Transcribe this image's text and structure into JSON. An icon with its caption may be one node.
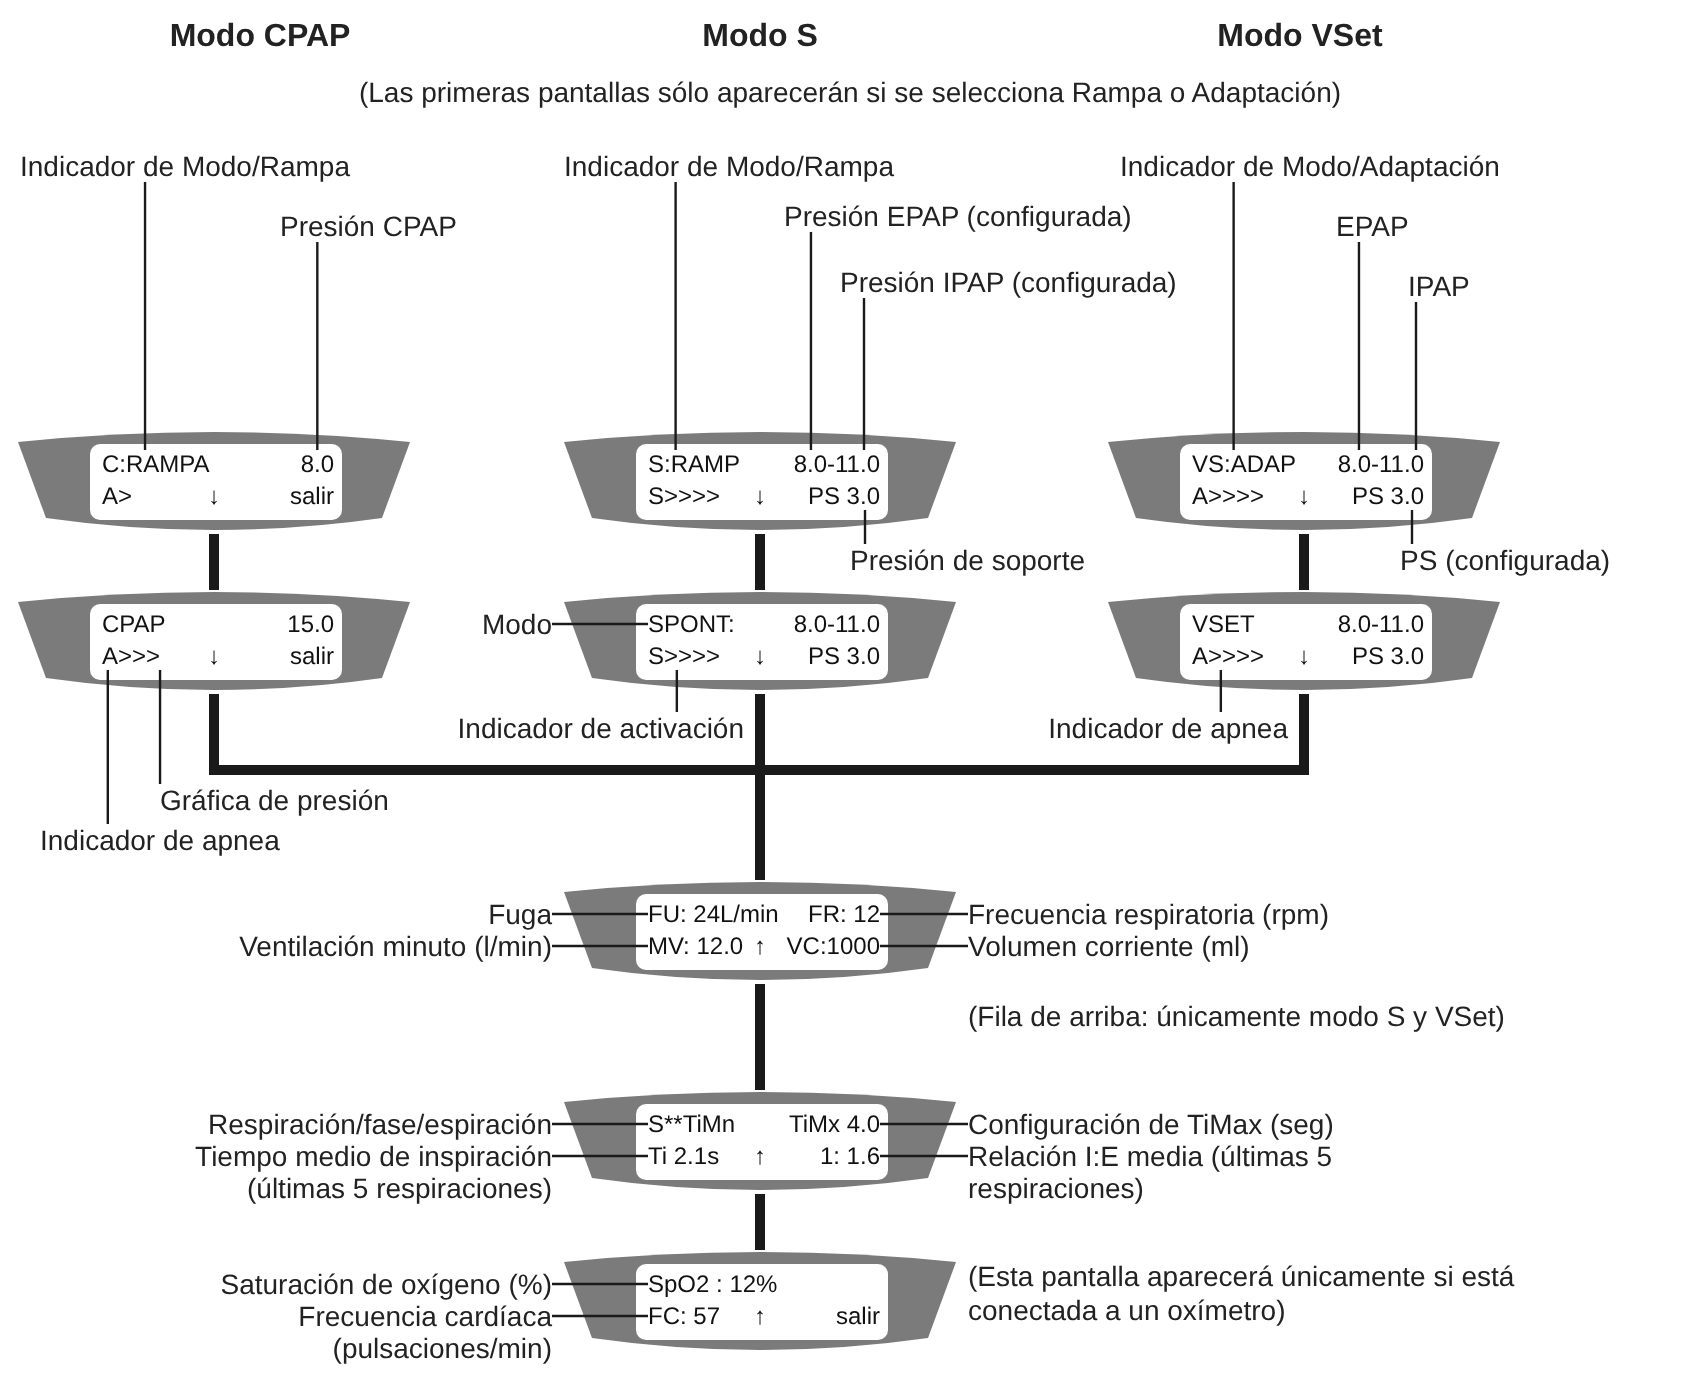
{
  "diagram": {
    "nodes": [
      {
        "text": [
          "Indicador de Modo/Rampa"
        ]
      },
      {
        "text": [
          "Indicador de Modo/Rampa"
        ]
      },
      {
        "text": [
          "Indicador de Modo/Adaptación"
        ]
      },
      {
        "text": [
          "Presión EPAP (configurada)"
        ]
      },
      {
        "text": [
          "EPAP"
        ]
      },
      {
        "text": [
          "Presión CPAP"
        ]
      },
      {
        "text": [
          "Presión IPAP (configurada)"
        ]
      },
      {
        "text": [
          "IPAP"
        ]
      },
      {
        "text": [],
        "shape": "box"
      },
      {
        "text": [
          "C:RAMPA"
        ],
        "in": 8
      },
      {
        "text": [
          "8.0"
        ],
        "in": 8
      },
      {
        "text": [
          "A>"
        ],
        "in": 8
      },
      {
        "text": [
          "↓"
        ],
        "in": 8
      },
      {
        "text": [
          "salir"
        ],
        "in": 8
      },
      {
        "text": [],
        "shape": "box"
      },
      {
        "text": [
          "S:RAMP"
        ],
        "in": 14
      },
      {
        "text": [
          "8.0-11.0"
        ],
        "in": 14
      },
      {
        "text": [
          "S>>>>"
        ],
        "in": 14
      },
      {
        "text": [
          "↓"
        ],
        "in": 14
      },
      {
        "text": [
          "PS 3.0"
        ],
        "in": 14
      },
      {
        "text": [],
        "shape": "box"
      },
      {
        "text": [
          "VS:ADAP"
        ],
        "in": 20
      },
      {
        "text": [
          "8.0-11.0"
        ],
        "in": 20
      },
      {
        "text": [
          "A>>>>"
        ],
        "in": 20
      },
      {
        "text": [
          "↓"
        ],
        "in": 20
      },
      {
        "text": [
          "PS 3.0"
        ],
        "in": 20
      },
      {
        "text": [
          "Presión de soporte"
        ]
      },
      {
        "text": [
          "PS (configurada)"
        ]
      },
      {
        "text": [],
        "shape": "box"
      },
      {
        "text": [
          "CPAP"
        ],
        "in": 28
      },
      {
        "text": [
          "15.0"
        ],
        "in": 28
      },
      {
        "text": [
          "A>>>"
        ],
        "in": 28
      },
      {
        "text": [
          "↓"
        ],
        "in": 28
      },
      {
        "text": [
          "salir"
        ],
        "in": 28
      },
      {
        "text": [
          "Modo"
        ]
      },
      {
        "text": [],
        "shape": "box"
      },
      {
        "text": [
          "SPONT:"
        ],
        "in": 35
      },
      {
        "text": [
          "8.0-11.0"
        ],
        "in": 35
      },
      {
        "text": [
          "S>>>>"
        ],
        "in": 35
      },
      {
        "text": [
          "↓"
        ],
        "in": 35
      },
      {
        "text": [
          "PS 3.0"
        ],
        "in": 35
      },
      {
        "text": [],
        "shape": "box"
      },
      {
        "text": [
          "VSET"
        ],
        "in": 41
      },
      {
        "text": [
          "8.0-11.0"
        ],
        "in": 41
      },
      {
        "text": [
          "A>>>>"
        ],
        "in": 41
      },
      {
        "text": [
          "↓"
        ],
        "in": 41
      },
      {
        "text": [
          "PS 3.0"
        ],
        "in": 41
      },
      {
        "text": [
          "Indicador de activación"
        ]
      },
      {
        "text": [
          "Indicador de apnea"
        ]
      },
      {
        "text": [
          "Gráfica de presión"
        ]
      },
      {
        "text": [
          "Indicador de apnea"
        ]
      },
      {
        "text": [
          "Fuga"
        ]
      },
      {
        "text": [],
        "shape": "box"
      },
      {
        "text": [
          "FU: 24L/min"
        ],
        "in": 52
      },
      {
        "text": [
          "FR: 12"
        ],
        "in": 52
      },
      {
        "text": [
          "MV: 12.0"
        ],
        "in": 52
      },
      {
        "text": [
          "↑"
        ],
        "in": 52
      },
      {
        "text": [
          "VC:1000"
        ],
        "in": 52
      },
      {
        "text": [
          "Frecuencia respiratoria (rpm)"
        ]
      },
      {
        "text": [
          "Ventilación minuto (l/min)"
        ]
      },
      {
        "text": [
          "Volumen corriente (ml)"
        ]
      },
      {
        "text": [
          "Respiración/fase/espiración"
        ]
      },
      {
        "text": [],
        "shape": "box"
      },
      {
        "text": [
          "S**TiMn"
        ],
        "in": 62
      },
      {
        "text": [
          "TiMx 4.0"
        ],
        "in": 62
      },
      {
        "text": [
          "Ti 2.1s"
        ],
        "in": 62
      },
      {
        "text": [
          "↑"
        ],
        "in": 62
      },
      {
        "text": [
          "1: 1.6"
        ],
        "in": 62
      },
      {
        "text": [
          "Configuración de TiMax (seg)"
        ]
      },
      {
        "text": [
          "Tiempo medio de inspiración (últimas 5 respiraciones)"
        ]
      },
      {
        "text": [
          "Relación I:E media (últimas 5 respiraciones)"
        ]
      },
      {
        "text": [
          "Saturación de oxígeno (%)"
        ]
      },
      {
        "text": [],
        "shape": "box"
      },
      {
        "text": [
          "SpO2 : 12%"
        ],
        "in": 72
      },
      {
        "text": [
          "FC: 57"
        ],
        "in": 72
      },
      {
        "text": [
          "↑"
        ],
        "in": 72
      },
      {
        "text": [
          "salir"
        ],
        "in": 72
      },
      {
        "text": [
          "Frecuencia cardíaca (pulsaciones/min)"
        ]
      }
    ],
    "edges": [
      {
        "from": 8,
        "to": 28,
        "arrow": "none",
        "style": "thick"
      },
      {
        "from": 14,
        "to": 35,
        "arrow": "none",
        "style": "thick"
      },
      {
        "from": 20,
        "to": 41,
        "arrow": "none",
        "style": "thick"
      },
      {
        "from": 28,
        "to": 52,
        "arrow": "none",
        "style": "thick"
      },
      {
        "from": 35,
        "to": 52,
        "arrow": "none",
        "style": "thick"
      },
      {
        "from": 41,
        "to": 52,
        "arrow": "none",
        "style": "thick"
      },
      {
        "from": 52,
        "to": 62,
        "arrow": "none",
        "style": "thick"
      },
      {
        "from": 62,
        "to": 72,
        "arrow": "none",
        "style": "thick"
      },
      {
        "from": 0,
        "to": 9,
        "arrow": "none"
      },
      {
        "from": 1,
        "to": 15,
        "arrow": "none"
      },
      {
        "from": 2,
        "to": 21,
        "arrow": "none"
      },
      {
        "from": 3,
        "to": 16,
        "arrow": "none"
      },
      {
        "from": 4,
        "to": 22,
        "arrow": "none"
      },
      {
        "from": 5,
        "to": 10,
        "arrow": "none"
      },
      {
        "from": 6,
        "to": 16,
        "arrow": "none"
      },
      {
        "from": 7,
        "to": 22,
        "arrow": "none"
      },
      {
        "from": 26,
        "to": 19,
        "arrow": "none"
      },
      {
        "from": 27,
        "to": 25,
        "arrow": "none"
      },
      {
        "from": 34,
        "to": 36,
        "arrow": "none"
      },
      {
        "from": 47,
        "to": 38,
        "arrow": "none"
      },
      {
        "from": 48,
        "to": 44,
        "arrow": "none"
      },
      {
        "from": 49,
        "to": 31,
        "arrow": "none"
      },
      {
        "from": 50,
        "to": 31,
        "arrow": "none"
      },
      {
        "from": 51,
        "to": 53,
        "arrow": "none"
      },
      {
        "from": 58,
        "to": 54,
        "arrow": "none"
      },
      {
        "from": 59,
        "to": 55,
        "arrow": "none"
      },
      {
        "from": 60,
        "to": 57,
        "arrow": "none"
      },
      {
        "from": 61,
        "to": 63,
        "arrow": "none"
      },
      {
        "from": 68,
        "to": 64,
        "arrow": "none"
      },
      {
        "from": 69,
        "to": 65,
        "arrow": "none"
      },
      {
        "from": 70,
        "to": 67,
        "arrow": "none"
      },
      {
        "from": 71,
        "to": 73,
        "arrow": "none"
      },
      {
        "from": 77,
        "to": 74,
        "arrow": "none"
      }
    ],
    "labels": [
      "Modo CPAP",
      "Modo S",
      "Modo VSet",
      "(Las primeras pantallas sólo aparecerán si se selecciona Rampa o Adaptación)",
      "(Fila de arriba: únicamente modo S y VSet)",
      "(Esta pantalla aparecerá únicamente si está conectada a un oxímetro)"
    ]
  }
}
